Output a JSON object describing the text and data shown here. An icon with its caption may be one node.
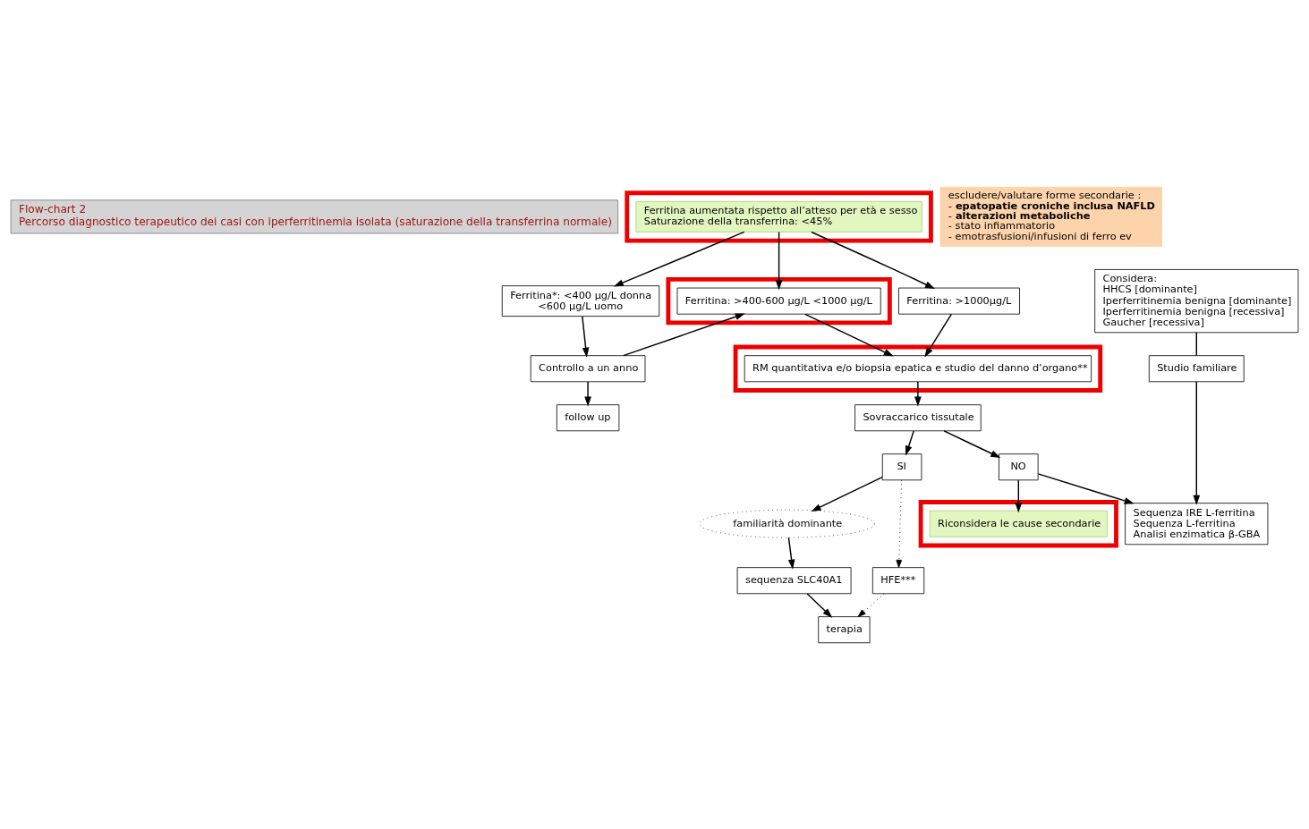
{
  "diagram": {
    "nodes": [
      {
        "text": [
          "Flow-chart 2",
          "Percorso diagnostico terapeutico dei casi con iperferritinemia isolata (saturazione della transferrina normale)"
        ]
      },
      {
        "text": [],
        "shape": "box"
      },
      {
        "text": [
          "Ferritina aumentata rispetto all’atteso per età e sesso",
          "Saturazione della transferrina: <45%"
        ],
        "in": 1
      },
      {
        "text": [
          "escludere/valutare forme secondarie :",
          "- **epatopatie croniche inclusa NAFLD**",
          "- **alterazioni metaboliche**",
          "- stato infiammatorio",
          "- emotrasfusioni/infusioni di ferro ev"
        ]
      },
      {
        "text": [
          "Ferritina*: <400 μg/L donna",
          "<600 μg/L uomo"
        ]
      },
      {
        "text": [],
        "shape": "box"
      },
      {
        "text": [
          "Ferritina: >400-600 μg/L <1000 μg/L"
        ],
        "in": 5
      },
      {
        "text": [
          "Ferritina: >1000μg/L"
        ]
      },
      {
        "text": [
          "Considera:",
          "HHCS [dominante]",
          "Iperferritinemia benigna [dominante]",
          "Iperferritinemia benigna [recessiva]",
          "Gaucher [recessiva]"
        ]
      },
      {
        "text": [
          "Controllo a un anno"
        ]
      },
      {
        "text": [],
        "shape": "box"
      },
      {
        "text": [
          "RM quantitativa e/o biopsia epatica e studio del danno d’organo**"
        ],
        "in": 10
      },
      {
        "text": [
          "Studio familiare"
        ]
      },
      {
        "text": [
          "follow up"
        ]
      },
      {
        "text": [
          "Sovraccarico tissutale"
        ]
      },
      {
        "text": [
          "Sequenza IRE L-ferritina",
          "Sequenza L-ferritina",
          "Analisi enzimatica β-GBA"
        ]
      },
      {
        "text": [
          "SI"
        ]
      },
      {
        "text": [
          "NO"
        ]
      },
      {
        "text": [
          "familiarità dominante"
        ]
      },
      {
        "text": [],
        "shape": "box"
      },
      {
        "text": [
          "Riconsidera le cause secondarie"
        ],
        "in": 19
      },
      {
        "text": [
          "sequenza SLC40A1"
        ]
      },
      {
        "text": [
          "HFE***"
        ]
      },
      {
        "text": [
          "terapia"
        ]
      }
    ],
    "edges": [
      {
        "from": 2,
        "to": 4,
        "arrow": "to"
      },
      {
        "from": 2,
        "to": 6,
        "arrow": "to"
      },
      {
        "from": 2,
        "to": 7,
        "arrow": "to"
      },
      {
        "from": 4,
        "to": 9,
        "arrow": "to"
      },
      {
        "from": 9,
        "to": 6,
        "arrow": "to"
      },
      {
        "from": 6,
        "to": 11,
        "arrow": "to"
      },
      {
        "from": 7,
        "to": 11,
        "arrow": "to"
      },
      {
        "from": 8,
        "to": 12,
        "arrow": "none"
      },
      {
        "from": 12,
        "to": 15,
        "arrow": "to"
      },
      {
        "from": 9,
        "to": 13,
        "arrow": "to"
      },
      {
        "from": 11,
        "to": 14,
        "arrow": "to"
      },
      {
        "from": 14,
        "to": 16,
        "arrow": "to"
      },
      {
        "from": 14,
        "to": 17,
        "arrow": "to"
      },
      {
        "from": 16,
        "to": 18,
        "arrow": "to"
      },
      {
        "from": 16,
        "to": 22,
        "arrow": "to",
        "style": "dashed"
      },
      {
        "from": 17,
        "to": 15,
        "arrow": "to"
      },
      {
        "from": 17,
        "to": 20,
        "arrow": "to"
      },
      {
        "from": 18,
        "to": 21,
        "arrow": "to"
      },
      {
        "from": 21,
        "to": 23,
        "arrow": "to"
      },
      {
        "from": 22,
        "to": 23,
        "arrow": "to",
        "style": "dashed"
      }
    ]
  }
}
